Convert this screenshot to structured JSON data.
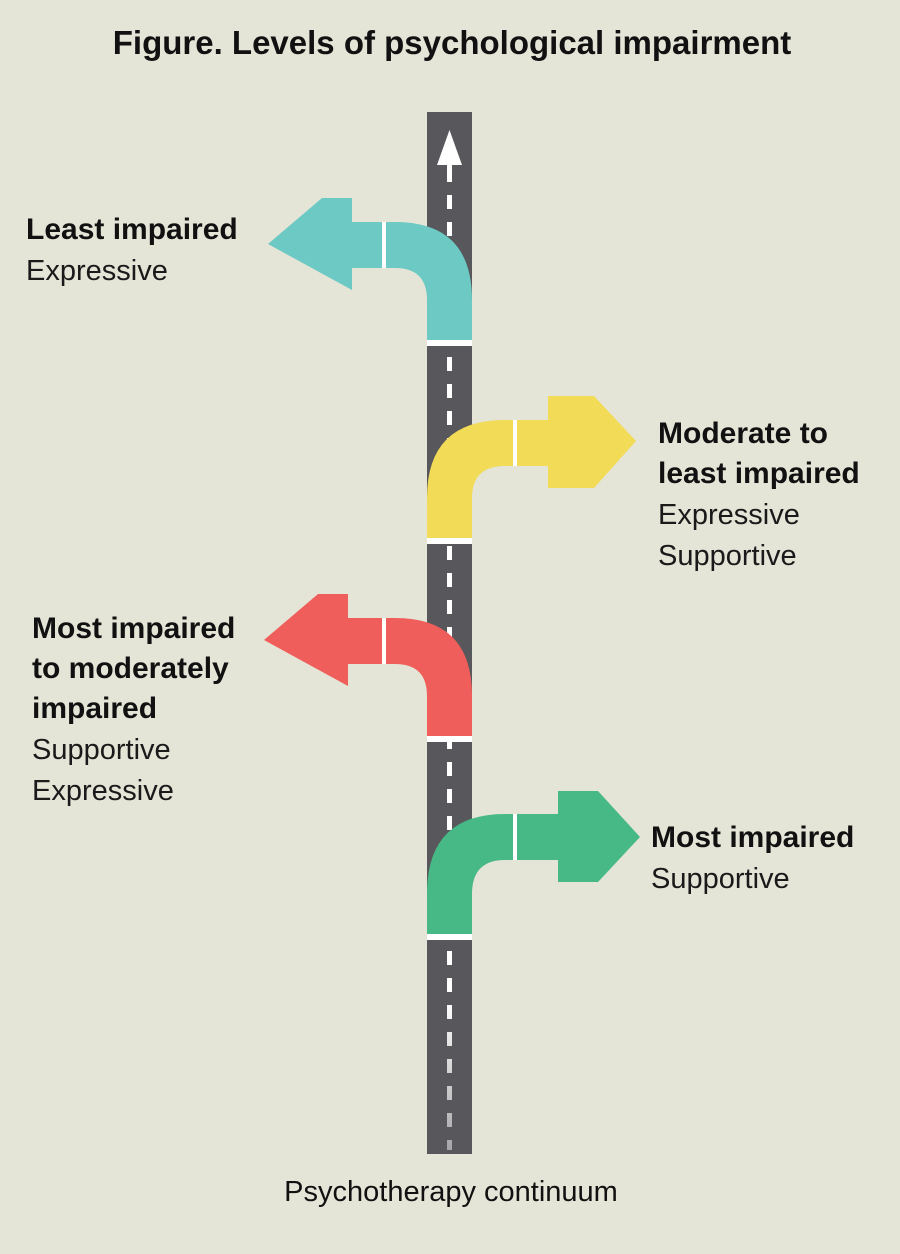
{
  "figure": {
    "title": "Figure. Levels of psychological impairment",
    "axis_label": "Psychotherapy continuum"
  },
  "colors": {
    "background": "#e4e4d7",
    "road": "#58585c",
    "dash": "#ffffff",
    "teal": "#6dc9c3",
    "yellow": "#f2db56",
    "red": "#ef5e5a",
    "green": "#47b987"
  },
  "branches": [
    {
      "id": "least",
      "direction": "left",
      "color": "#6dc9c3",
      "heading": [
        "Least impaired"
      ],
      "therapies": [
        "Expressive"
      ]
    },
    {
      "id": "moderate-least",
      "direction": "right",
      "color": "#f2db56",
      "heading": [
        "Moderate to",
        "least impaired"
      ],
      "therapies": [
        "Expressive",
        "Supportive"
      ]
    },
    {
      "id": "most-moderate",
      "direction": "left",
      "color": "#ef5e5a",
      "heading": [
        "Most impaired",
        "to moderately",
        "impaired"
      ],
      "therapies": [
        "Supportive",
        "Expressive"
      ]
    },
    {
      "id": "most",
      "direction": "right",
      "color": "#47b987",
      "heading": [
        "Most impaired"
      ],
      "therapies": [
        "Supportive"
      ]
    }
  ]
}
